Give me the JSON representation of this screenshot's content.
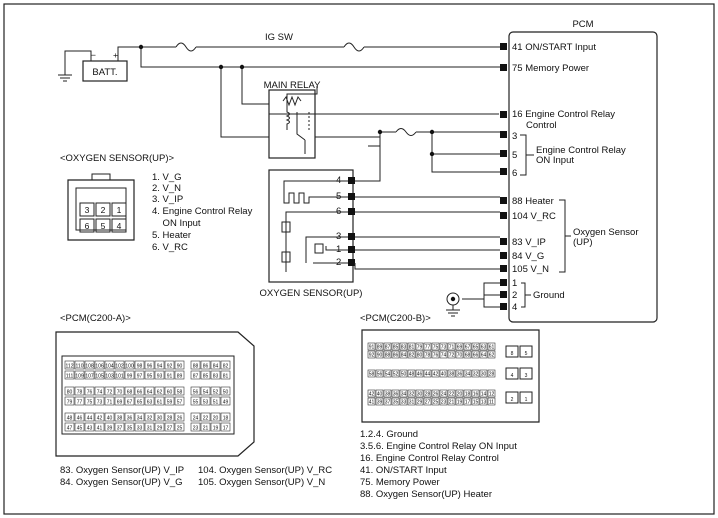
{
  "pcm": {
    "title": "PCM",
    "pins": [
      {
        "no": "41",
        "name": "ON/START Input"
      },
      {
        "no": "75",
        "name": "Memory Power"
      },
      {
        "no": "16",
        "name": "Engine Control Relay",
        "name2": "Control"
      },
      {
        "no": "3",
        "name": ""
      },
      {
        "no": "5",
        "name": ""
      },
      {
        "no": "6",
        "name": ""
      },
      {
        "no": "88",
        "name": "Heater"
      },
      {
        "no": "104",
        "name": "V_RC"
      },
      {
        "no": "83",
        "name": "V_IP"
      },
      {
        "no": "84",
        "name": "V_G"
      },
      {
        "no": "105",
        "name": "V_N"
      },
      {
        "no": "1",
        "name": ""
      },
      {
        "no": "2",
        "name": ""
      },
      {
        "no": "4",
        "name": ""
      }
    ],
    "group_relay": [
      "Engine Control Relay",
      "ON Input"
    ],
    "group_o2": [
      "Oxygen Sensor",
      "(UP)"
    ],
    "group_ground": "Ground"
  },
  "battery": "BATT.",
  "ig_sw": "IG SW",
  "main_relay": "MAIN RELAY",
  "o2_sensor": {
    "title": "OXYGEN SENSOR(UP)",
    "pins": [
      "4",
      "5",
      "6",
      "3",
      "1",
      "2"
    ]
  },
  "o2_connector": {
    "title": "<OXYGEN SENSOR(UP)>",
    "pins_top": [
      "3",
      "2",
      "1"
    ],
    "pins_bottom": [
      "6",
      "5",
      "4"
    ],
    "legend": [
      "1. V_G",
      "2. V_N",
      "3. V_IP",
      "4. Engine Control Relay",
      "    ON Input",
      "5. Heater",
      "6. V_RC"
    ]
  },
  "c200a": {
    "title": "<PCM(C200-A)>",
    "rows": [
      [
        "112",
        "110",
        "108",
        "106",
        "104",
        "102",
        "100",
        "98",
        "96",
        "94",
        "92",
        "90",
        "88",
        "86",
        "84",
        "82"
      ],
      [
        "111",
        "109",
        "107",
        "105",
        "103",
        "101",
        "99",
        "97",
        "95",
        "93",
        "91",
        "89",
        "87",
        "85",
        "83",
        "81"
      ],
      [
        "80",
        "78",
        "76",
        "74",
        "72",
        "70",
        "68",
        "66",
        "64",
        "62",
        "60",
        "58",
        "56",
        "54",
        "52",
        "50"
      ],
      [
        "79",
        "77",
        "75",
        "73",
        "71",
        "69",
        "67",
        "65",
        "63",
        "61",
        "59",
        "57",
        "55",
        "53",
        "51",
        "49"
      ],
      [
        "48",
        "46",
        "44",
        "42",
        "40",
        "38",
        "36",
        "34",
        "32",
        "30",
        "28",
        "26",
        "24",
        "22",
        "20",
        "18"
      ],
      [
        "47",
        "45",
        "43",
        "41",
        "39",
        "37",
        "35",
        "33",
        "31",
        "29",
        "27",
        "25",
        "23",
        "21",
        "19",
        "17"
      ]
    ],
    "legend": [
      "83. Oxygen Sensor(UP) V_IP",
      "84. Oxygen Sensor(UP) V_G",
      "104. Oxygen Sensor(UP) V_RC",
      "105. Oxygen Sensor(UP) V_N"
    ]
  },
  "c200b": {
    "title": "<PCM(C200-B)>",
    "rows": [
      [
        "91",
        "89",
        "87",
        "85",
        "83",
        "81",
        "79",
        "77",
        "75",
        "73",
        "71",
        "69",
        "67",
        "65",
        "63",
        "61"
      ],
      [
        "92",
        "90",
        "88",
        "86",
        "84",
        "82",
        "80",
        "78",
        "76",
        "74",
        "72",
        "70",
        "68",
        "66",
        "64",
        "62"
      ],
      [
        "58",
        "56",
        "54",
        "52",
        "50",
        "48",
        "46",
        "44",
        "42",
        "40",
        "38",
        "36",
        "34",
        "32",
        "30",
        "28"
      ],
      [
        "42",
        "40",
        "38",
        "36",
        "34",
        "32",
        "30",
        "28",
        "26",
        "24",
        "22",
        "20",
        "18",
        "16",
        "14",
        "12"
      ],
      [
        "41",
        "39",
        "37",
        "35",
        "33",
        "31",
        "29",
        "27",
        "25",
        "23",
        "21",
        "19",
        "17",
        "15",
        "13",
        "11"
      ]
    ],
    "side": [
      "8",
      "5",
      "4",
      "3",
      "2",
      "1"
    ],
    "legend": [
      "1.2.4. Ground",
      "3.5.6. Engine Control Relay ON Input",
      "16. Engine Control Relay Control",
      "41. ON/START Input",
      "75. Memory Power",
      "88. Oxygen Sensor(UP) Heater"
    ]
  }
}
